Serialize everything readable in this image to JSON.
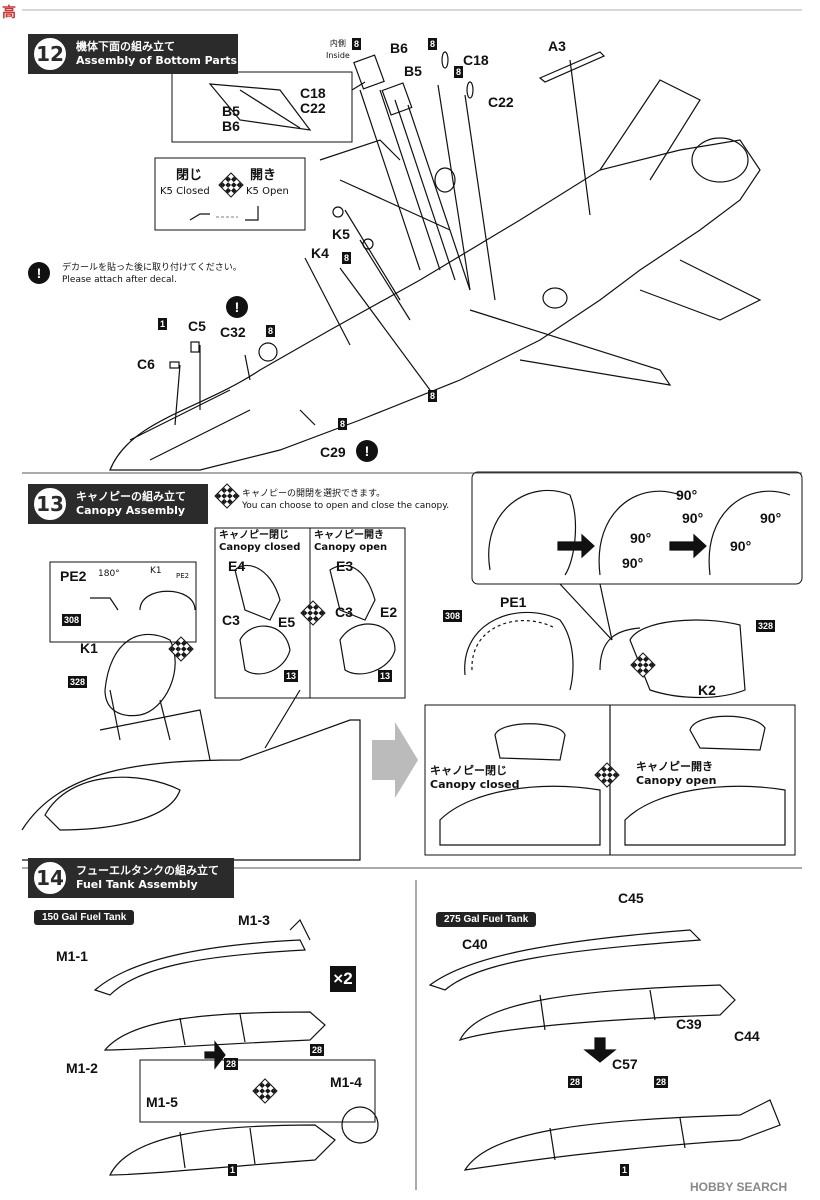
{
  "watermark_top": "高",
  "steps": {
    "s12": {
      "num": "12",
      "jp": "機体下面の組み立て",
      "en": "Assembly of Bottom Parts"
    },
    "s13": {
      "num": "13",
      "jp": "キャノピーの組み立て",
      "en": "Canopy Assembly"
    },
    "s14": {
      "num": "14",
      "jp": "フューエルタンクの組み立て",
      "en": "Fuel Tank Assembly"
    }
  },
  "s12": {
    "inside_jp": "内側",
    "inside_en": "Inside",
    "labels": {
      "B6": "B6",
      "B5": "B5",
      "C18": "C18",
      "C22": "C22",
      "A3": "A3",
      "K5": "K5",
      "K4": "K4",
      "C5": "C5",
      "C6": "C6",
      "C32": "C32",
      "C29": "C29"
    },
    "inset_labels": {
      "b5b6": "B5\nB6",
      "c18c22": "C18\nC22"
    },
    "k5_box": {
      "closed_jp": "閉じ",
      "open_jp": "開き",
      "closed_en": "K5 Closed",
      "open_en": "K5 Open"
    },
    "decal_note_jp": "デカールを貼った後に取り付けてください。",
    "decal_note_en": "Please attach after decal.",
    "codes": {
      "c8": "8",
      "c1": "1"
    }
  },
  "s13": {
    "choose_jp": "キャノピーの開閉を選択できます。",
    "choose_en": "You can choose to open and close the canopy.",
    "closed_jp": "キャノピー閉じ",
    "closed_en": "Canopy closed",
    "open_jp": "キャノピー開き",
    "open_en": "Canopy open",
    "labels": {
      "E4": "E4",
      "E3": "E3",
      "C3a": "C3",
      "C3b": "C3",
      "E5": "E5",
      "E2": "E2",
      "PE2": "PE2",
      "deg180": "180°",
      "K1": "K1",
      "K1s": "K1",
      "PE2s": "PE2",
      "PE1": "PE1",
      "K2": "K2",
      "d90": "90°"
    },
    "codes": {
      "c308": "308",
      "c328": "328",
      "c13": "13"
    }
  },
  "s14": {
    "tank150": "150 Gal Fuel Tank",
    "tank275": "275 Gal Fuel Tank",
    "labels": {
      "M1_3": "M1-3",
      "M1_1": "M1-1",
      "M1_2": "M1-2",
      "M1_5": "M1-5",
      "M1_4": "M1-4",
      "x2": "×2",
      "C45": "C45",
      "C40": "C40",
      "C39": "C39",
      "C44": "C44",
      "C57": "C57"
    },
    "codes": {
      "c28": "28",
      "c1": "1"
    }
  },
  "footer_watermark": "HOBBY SEARCH"
}
